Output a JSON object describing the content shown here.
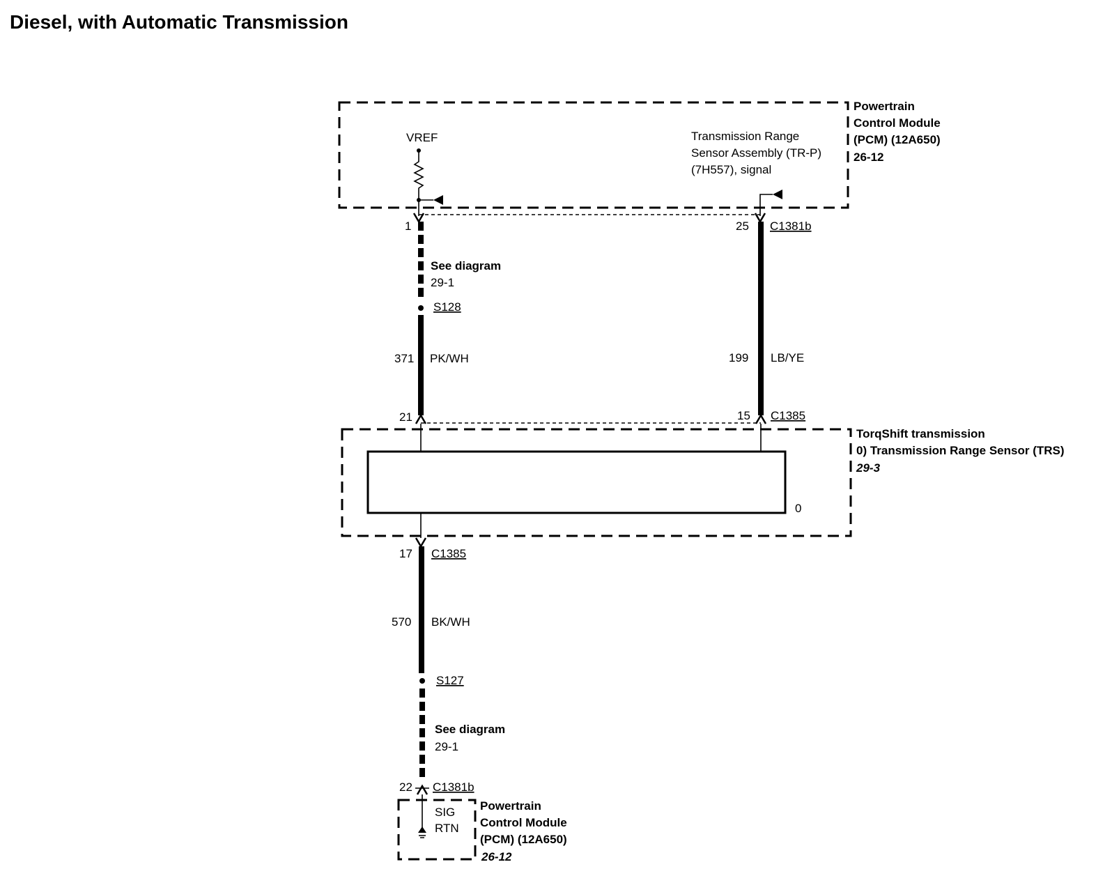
{
  "title": "Diesel, with Automatic Transmission",
  "pcm_top": {
    "name_line1": "Powertrain",
    "name_line2": "Control Module",
    "name_line3": "(PCM) (12A650)",
    "page_ref": "26-12",
    "vref_label": "VREF",
    "trs_signal_line1": "Transmission Range",
    "trs_signal_line2": "Sensor Assembly (TR-P)",
    "trs_signal_line3": "(7H557), signal"
  },
  "wires": {
    "left_pin_top": "1",
    "right_pin_top": "25",
    "connector_top": "C1381b",
    "see_diagram_1": "See diagram",
    "see_diagram_ref_1": "29-1",
    "splice_1": "S128",
    "left_circuit": "371",
    "left_color": "PK/WH",
    "right_circuit": "199",
    "right_color": "LB/YE",
    "left_pin_trs": "21",
    "right_pin_trs": "15",
    "connector_trs": "C1385",
    "bottom_pin_trs": "17",
    "connector_trs_bottom": "C1385",
    "bottom_circuit": "570",
    "bottom_color": "BK/WH",
    "splice_2": "S127",
    "see_diagram_2": "See diagram",
    "see_diagram_ref_2": "29-1",
    "bottom_pin_pcm": "22",
    "connector_pcm_bottom": "C1381b"
  },
  "trs_module": {
    "line1": "TorqShift transmission",
    "line2": "0) Transmission Range Sensor (TRS)",
    "page_ref": "29-3",
    "item_marker": "0"
  },
  "pcm_bottom": {
    "sig_label_line1": "SIG",
    "sig_label_line2": "RTN",
    "name_line1": "Powertrain",
    "name_line2": "Control Module",
    "name_line3": "(PCM) (12A650)",
    "page_ref": "26-12"
  }
}
